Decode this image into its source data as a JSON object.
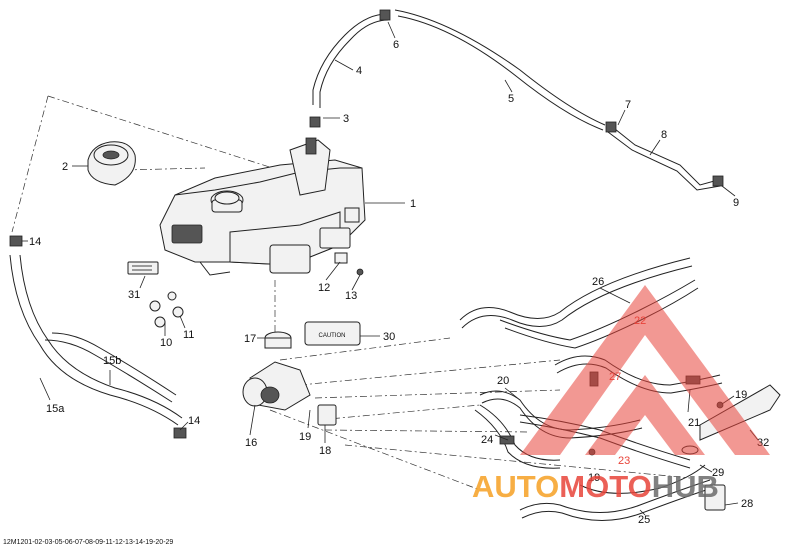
{
  "callouts": [
    {
      "id": "c1",
      "label": "1"
    },
    {
      "id": "c2",
      "label": "2"
    },
    {
      "id": "c3",
      "label": "3"
    },
    {
      "id": "c4",
      "label": "4"
    },
    {
      "id": "c5",
      "label": "5"
    },
    {
      "id": "c6",
      "label": "6"
    },
    {
      "id": "c7",
      "label": "7"
    },
    {
      "id": "c8",
      "label": "8"
    },
    {
      "id": "c9",
      "label": "9"
    },
    {
      "id": "c10",
      "label": "10"
    },
    {
      "id": "c11",
      "label": "11"
    },
    {
      "id": "c12",
      "label": "12"
    },
    {
      "id": "c13",
      "label": "13"
    },
    {
      "id": "c14a",
      "label": "14"
    },
    {
      "id": "c14b",
      "label": "14"
    },
    {
      "id": "c15a",
      "label": "15a"
    },
    {
      "id": "c15b",
      "label": "15b"
    },
    {
      "id": "c16",
      "label": "16"
    },
    {
      "id": "c17",
      "label": "17"
    },
    {
      "id": "c18",
      "label": "18"
    },
    {
      "id": "c19a",
      "label": "19"
    },
    {
      "id": "c19b",
      "label": "19"
    },
    {
      "id": "c19c",
      "label": "19"
    },
    {
      "id": "c20",
      "label": "20"
    },
    {
      "id": "c21",
      "label": "21"
    },
    {
      "id": "c22",
      "label": "22"
    },
    {
      "id": "c23",
      "label": "23"
    },
    {
      "id": "c24",
      "label": "24"
    },
    {
      "id": "c25",
      "label": "25"
    },
    {
      "id": "c26",
      "label": "26"
    },
    {
      "id": "c27",
      "label": "27"
    },
    {
      "id": "c28",
      "label": "28"
    },
    {
      "id": "c29",
      "label": "29"
    },
    {
      "id": "c30",
      "label": "30"
    },
    {
      "id": "c31",
      "label": "31"
    },
    {
      "id": "c32",
      "label": "32"
    }
  ],
  "caution_label": "CAUTION",
  "watermark": {
    "part1": "AUTO",
    "part2": "MOTO",
    "part3": "HUB",
    "color_orange": "#f6a023",
    "color_red": "#e8443a",
    "color_gray": "#6b6b6b"
  },
  "reference_code": "12M1201-02-03-05-06-07-08-09-11-12-13-14-19-20-29"
}
